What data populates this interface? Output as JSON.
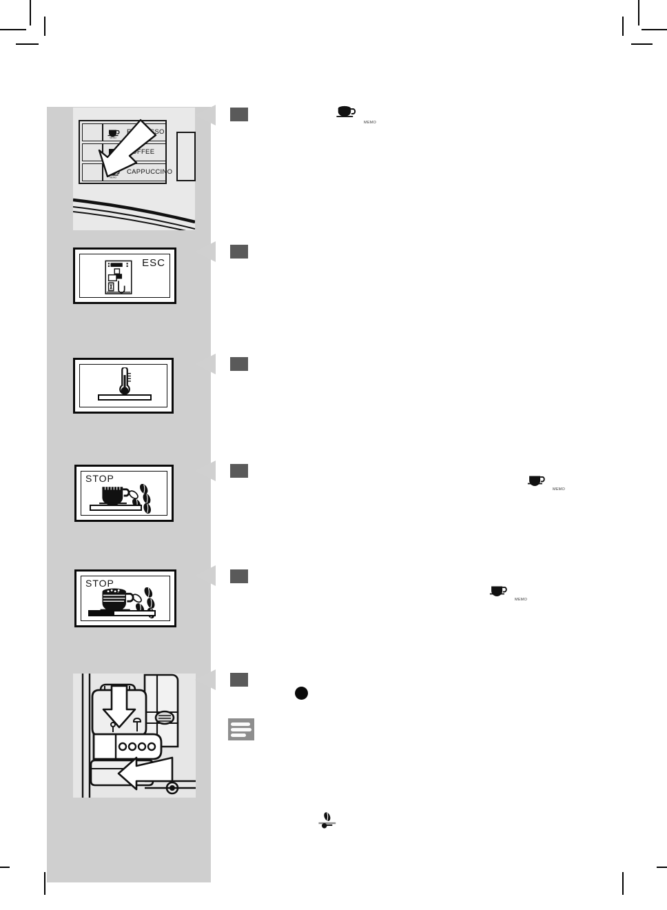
{
  "document": {
    "type": "appliance-instruction-manual-page",
    "subject": "espresso-machine-beverage-preparation"
  },
  "colors": {
    "page_background": "#ffffff",
    "sidebar_gray": "#cfcfcf",
    "step_marker": "#5a5a5a",
    "step_arrow": "#d0d0d0",
    "note_icon": "#8e8e8e",
    "ink": "#0a0a0a",
    "photo_background": "#e9e9e9"
  },
  "control_panel": {
    "caption": "machine-control-panel",
    "buttons": [
      {
        "label": "ESPRESSO",
        "icon": "small-cup-icon",
        "memo": "MEMO"
      },
      {
        "label": "COFFEE",
        "icon": "medium-cup-icon",
        "memo": "MEMO"
      },
      {
        "label": "CAPPUCCINO",
        "icon": "cappuccino-cup-icon",
        "memo": "MEMO"
      }
    ],
    "overlay_arrow": "press-and-hold-arrow"
  },
  "displays": [
    {
      "id": "esc",
      "text": "ESC",
      "icon": "machine-graphic",
      "progress": null
    },
    {
      "id": "heating",
      "text": "",
      "icon": "thermometer-icon",
      "progress": 0
    },
    {
      "id": "brewing-espresso",
      "text": "STOP",
      "icon": "cup-with-beans-icon",
      "progress": 0
    },
    {
      "id": "brewing-cappuccino",
      "text": "STOP",
      "icon": "cappuccino-with-beans-icon",
      "progress": 38
    }
  ],
  "steps": [
    {
      "number": "",
      "marker": "step-marker-1"
    },
    {
      "number": "",
      "marker": "step-marker-2"
    },
    {
      "number": "",
      "marker": "step-marker-3"
    },
    {
      "number": "",
      "marker": "step-marker-4"
    },
    {
      "number": "",
      "marker": "step-marker-5"
    },
    {
      "number": "",
      "marker": "step-marker-6"
    }
  ],
  "inline_icons": [
    {
      "id": "memo-cappuccino",
      "icon": "cappuccino-cup-icon",
      "caption": "MEMO"
    },
    {
      "id": "memo-espresso-1",
      "icon": "espresso-cup-icon",
      "caption": "MEMO"
    },
    {
      "id": "memo-espresso-2",
      "icon": "espresso-cup-icon",
      "caption": "MEMO"
    },
    {
      "id": "bean-grind-icon",
      "icon": "coffee-bean-adjust-icon",
      "caption": ""
    }
  ],
  "note": {
    "icon": "note-lines-icon",
    "text": ""
  },
  "bullet": {
    "symbol": "●"
  },
  "machine_illustration": {
    "caption": "brew-group-removal",
    "arrows": [
      "down-arrow",
      "left-arrow"
    ]
  }
}
